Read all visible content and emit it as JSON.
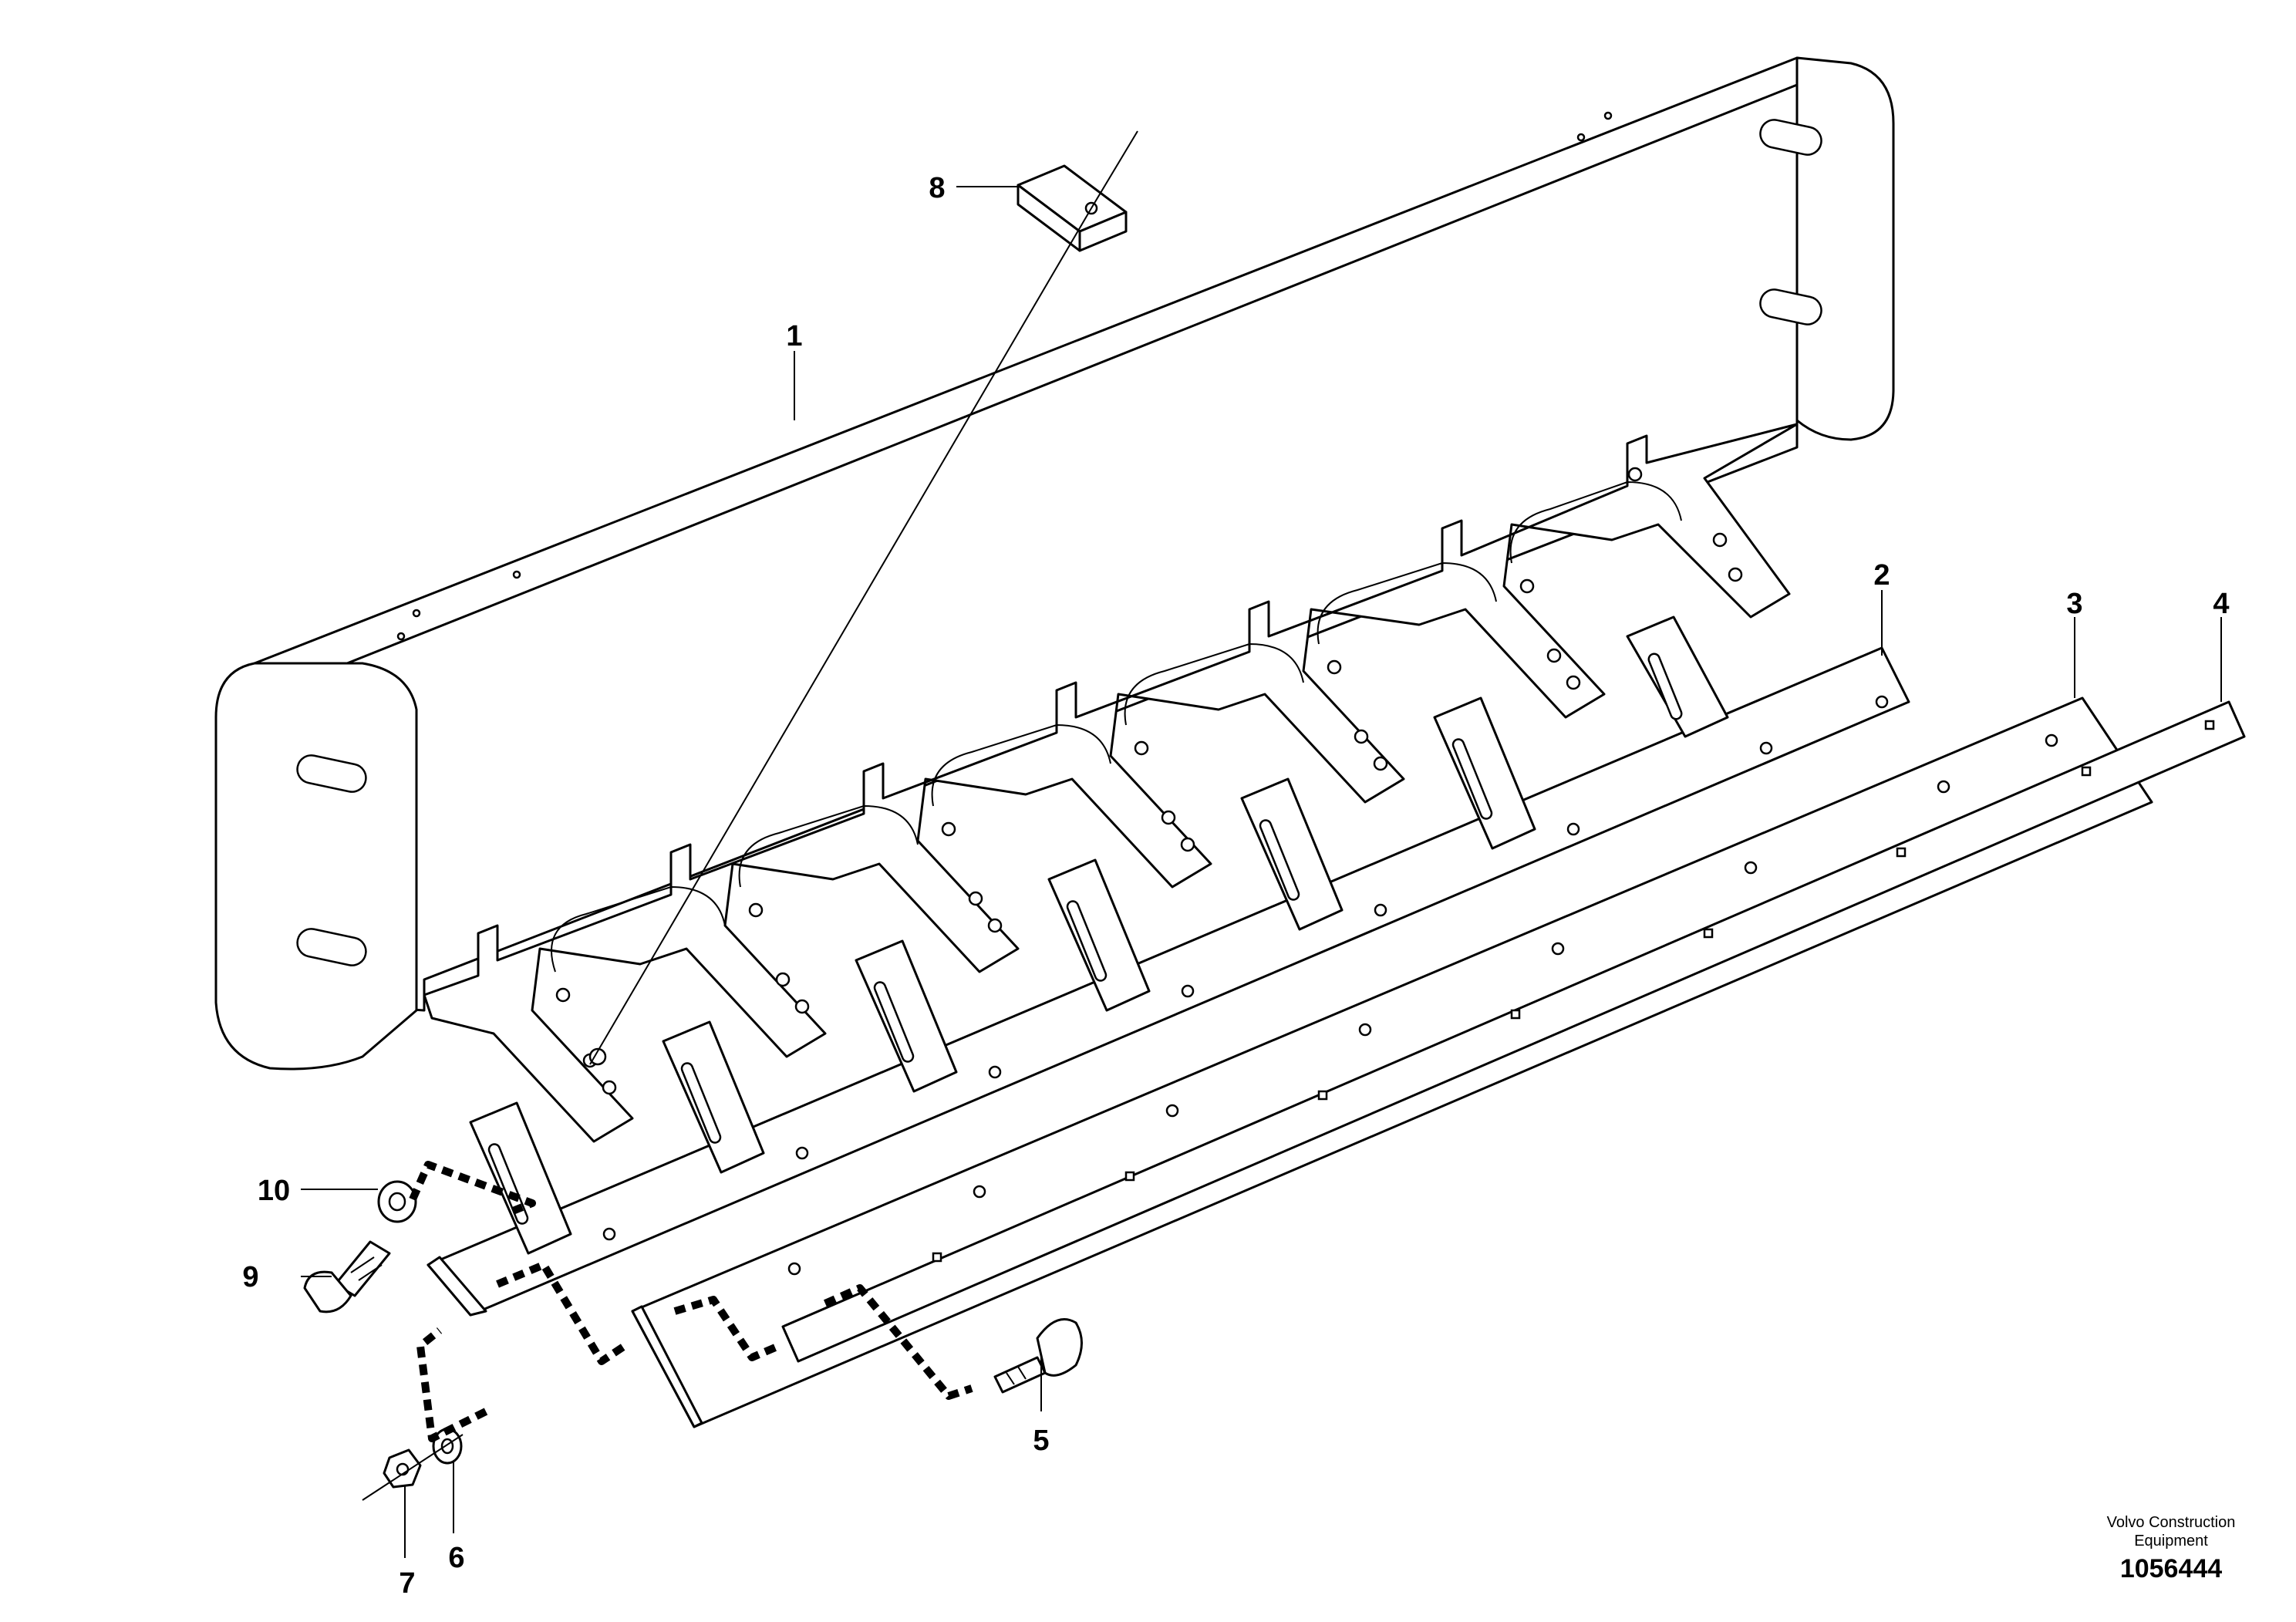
{
  "diagram": {
    "callouts": [
      "1",
      "2",
      "3",
      "4",
      "5",
      "6",
      "7",
      "8",
      "9",
      "10"
    ],
    "brand_line1": "Volvo Construction",
    "brand_line2": "Equipment",
    "doc_number": "1056444"
  }
}
